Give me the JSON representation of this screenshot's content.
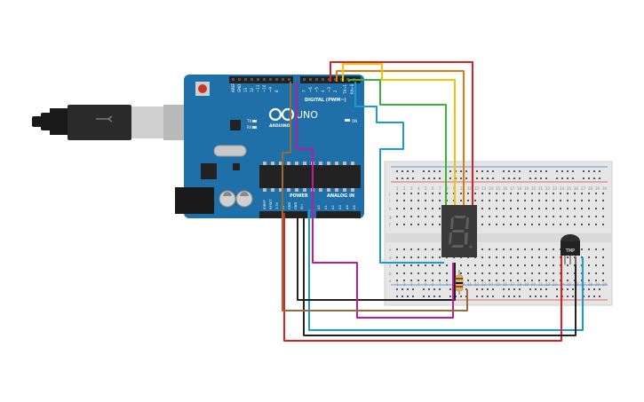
{
  "arduino": {
    "brand": "ARDUINO",
    "model": "UNO",
    "on_label": "ON",
    "tx_label": "TX",
    "rx_label": "RX",
    "digital_label": "DIGITAL (PWM~)",
    "power_label": "POWER",
    "analog_label": "ANALOG IN",
    "top_pins": [
      "AREF",
      "GND",
      "13",
      "12",
      "~11",
      "~10",
      "~9",
      "8",
      "7",
      "~6",
      "~5",
      "4",
      "~3",
      "2",
      "TX→1",
      "RX←0"
    ],
    "power_pins": [
      "IOREF",
      "RESET",
      "3.3V",
      "5V",
      "GND",
      "GND",
      "Vin"
    ],
    "analog_pins": [
      "A0",
      "A1",
      "A2",
      "A3",
      "A4",
      "A5"
    ]
  },
  "sensor": {
    "label": "TMP"
  },
  "breadboard": {
    "row_letters_top": [
      "j",
      "i",
      "h",
      "g",
      "f"
    ],
    "row_letters_bottom": [
      "e",
      "d",
      "c",
      "b",
      "a"
    ],
    "column_numbers": [
      "1",
      "2",
      "3",
      "4",
      "5",
      "6",
      "7",
      "8",
      "9",
      "10",
      "11",
      "12",
      "13",
      "14",
      "15",
      "16",
      "17",
      "18",
      "19",
      "20",
      "21",
      "22",
      "23",
      "24",
      "25",
      "26",
      "27",
      "28",
      "29",
      "30"
    ]
  },
  "colors": {
    "board": "#1f6fa8",
    "breadboard": "#e8e8e8",
    "wire_red": "#e02020",
    "wire_orange": "#e07a10",
    "wire_yellow": "#e8c800",
    "wire_green": "#3bb33b",
    "wire_blue": "#1a9ad6",
    "wire_black": "#222222",
    "wire_brown": "#9a6b3a",
    "wire_magenta": "#c01c9a"
  }
}
